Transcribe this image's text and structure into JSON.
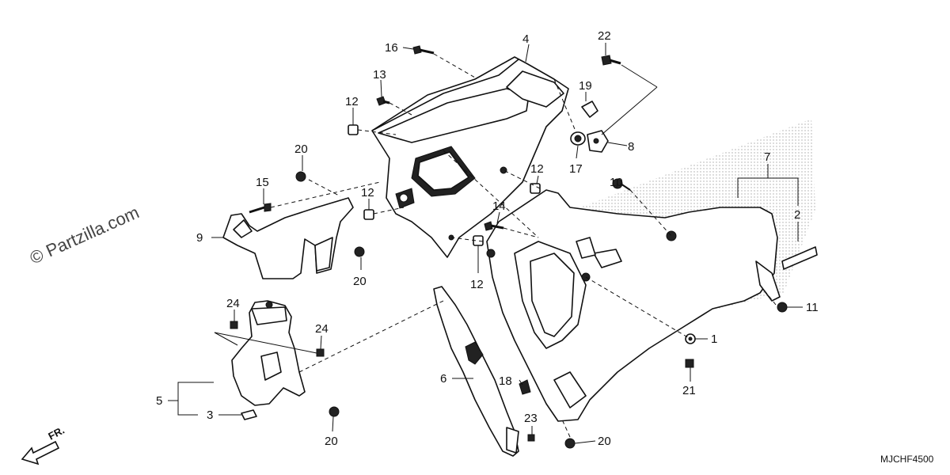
{
  "watermark": "© Partzilla.com",
  "diagram_code": "MJCHF4500",
  "front_indicator": "FR.",
  "callouts": {
    "c1": "1",
    "c2": "2",
    "c3": "3",
    "c4": "4",
    "c5": "5",
    "c6": "6",
    "c7": "7",
    "c8": "8",
    "c9": "9",
    "c10": "10",
    "c11": "11",
    "c12a": "12",
    "c12b": "12",
    "c12c": "12",
    "c12d": "12",
    "c13": "13",
    "c14": "14",
    "c15": "15",
    "c16": "16",
    "c17": "17",
    "c18": "18",
    "c19": "19",
    "c20a": "20",
    "c20b": "20",
    "c20c": "20",
    "c20d": "20",
    "c21": "21",
    "c22": "22",
    "c23": "23",
    "c24a": "24",
    "c24b": "24"
  }
}
